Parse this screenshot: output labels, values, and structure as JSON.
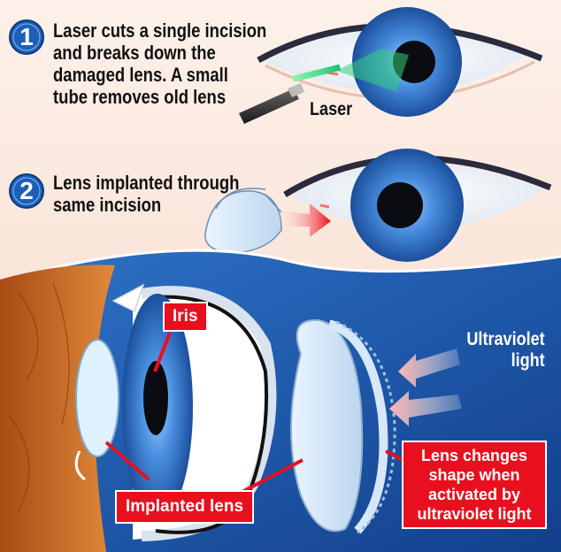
{
  "steps": [
    {
      "number": "1",
      "lines": [
        "Laser cuts a single incision",
        "and breaks down the",
        "damaged lens. A small",
        "tube removes old lens"
      ]
    },
    {
      "number": "2",
      "lines": [
        "Lens implanted through",
        "same incision"
      ]
    }
  ],
  "labels": {
    "laser": "Laser",
    "iris": "Iris",
    "implanted_lens": "Implanted lens",
    "ultraviolet": [
      "Ultraviolet",
      "light"
    ],
    "lens_changes": [
      "Lens changes",
      "shape when",
      "activated by",
      "ultraviolet light"
    ]
  },
  "colors": {
    "background_top": "#fbe9df",
    "panel_blue": "#1f5fb4",
    "callout_red": "#e8101e",
    "iris_blue": "#3b7fd6",
    "badge_blue": "#1d5fb8"
  }
}
